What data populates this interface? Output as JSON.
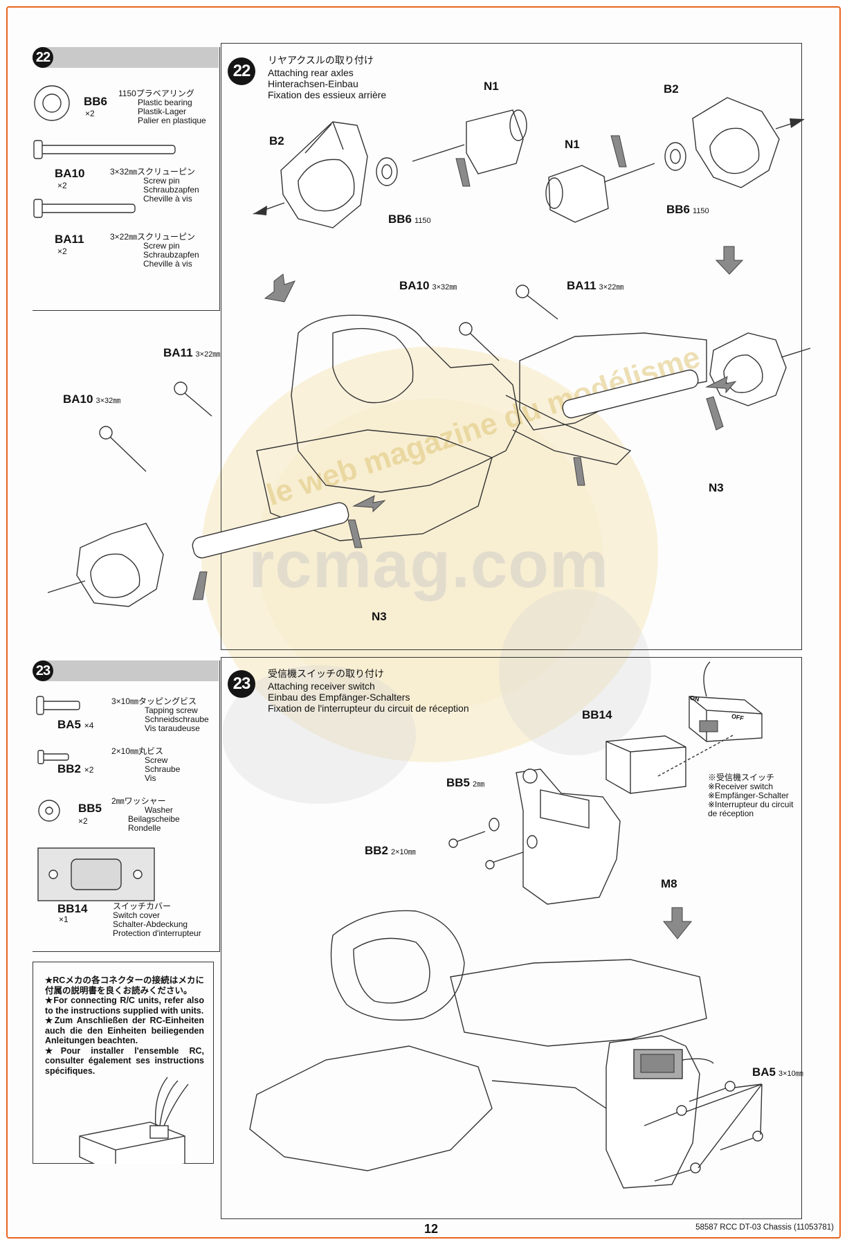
{
  "watermark": {
    "brand": "rcmag.com",
    "tagline": "le web magazine du modélisme"
  },
  "step22": {
    "number": "22",
    "title_jp": "リヤアクスルの取り付け",
    "title_en": "Attaching rear axles",
    "title_de": "Hinterachsen-Einbau",
    "title_fr": "Fixation des essieux arrière",
    "parts": [
      {
        "code": "BB6",
        "qty": "×2",
        "desc": [
          "1150プラベアリング",
          "Plastic bearing",
          "Plastik-Lager",
          "Palier en plastique"
        ]
      },
      {
        "code": "BA10",
        "qty": "×2",
        "desc": [
          "3×32㎜スクリューピン",
          "Screw pin",
          "Schraubzapfen",
          "Cheville à vis"
        ]
      },
      {
        "code": "BA11",
        "qty": "×2",
        "desc": [
          "3×22㎜スクリューピン",
          "Screw pin",
          "Schraubzapfen",
          "Cheville à vis"
        ]
      }
    ],
    "labels": {
      "n1_left": "N1",
      "b2_left": "B2",
      "bb6_left": "BB6",
      "bb6_left_size": "1150",
      "n1_right": "N1",
      "b2_right": "B2",
      "bb6_right": "BB6",
      "bb6_right_size": "1150",
      "ba10_top": "BA10",
      "ba10_top_size": "3×32㎜",
      "ba11_top": "BA11",
      "ba11_top_size": "3×22㎜",
      "ba11_left": "BA11",
      "ba11_left_size": "3×22㎜",
      "ba10_left": "BA10",
      "ba10_left_size": "3×32㎜",
      "n3_right": "N3",
      "n3_bottom": "N3"
    }
  },
  "step23": {
    "number": "23",
    "title_jp": "受信機スイッチの取り付け",
    "title_en": "Attaching receiver switch",
    "title_de": "Einbau des Empfänger-Schalters",
    "title_fr": "Fixation de l'interrupteur du circuit de réception",
    "parts": [
      {
        "code": "BA5",
        "qty": "×4",
        "desc": [
          "3×10㎜タッピングビス",
          "Tapping screw",
          "Schneidschraube",
          "Vis taraudeuse"
        ]
      },
      {
        "code": "BB2",
        "qty": "×2",
        "desc": [
          "2×10㎜丸ビス",
          "Screw",
          "Schraube",
          "Vis"
        ]
      },
      {
        "code": "BB5",
        "qty": "×2",
        "desc": [
          "2㎜ワッシャー",
          "Washer",
          "Beilagscheibe",
          "Rondelle"
        ]
      },
      {
        "code": "BB14",
        "qty": "×1",
        "desc": [
          "スイッチカバー",
          "Switch cover",
          "Schalter-Abdeckung",
          "Protection d'interrupteur"
        ]
      }
    ],
    "note": [
      "★RCメカの各コネクターの接続はメカに付属の説明書を良くお読みください。",
      "★For connecting R/C units, refer also to the instructions supplied with units.",
      "★Zum Anschließen der RC-Einheiten auch die den Einheiten beiliegenden Anleitungen beachten.",
      "★Pour installer l'ensemble RC, consulter également ses instructions spécifiques."
    ],
    "labels": {
      "bb14": "BB14",
      "bb5": "BB5",
      "bb5_size": "2㎜",
      "bb2": "BB2",
      "bb2_size": "2×10㎜",
      "m8": "M8",
      "ba5": "BA5",
      "ba5_size": "3×10㎜",
      "switch_on": "ON",
      "switch_off": "OFF"
    },
    "switch_note": [
      "※受信機スイッチ",
      "※Receiver switch",
      "※Empfänger-Schalter",
      "※Interrupteur du circuit de réception"
    ]
  },
  "footer": {
    "page_number": "12",
    "product": "58587 RCC DT-03 Chassis (11053781)"
  }
}
